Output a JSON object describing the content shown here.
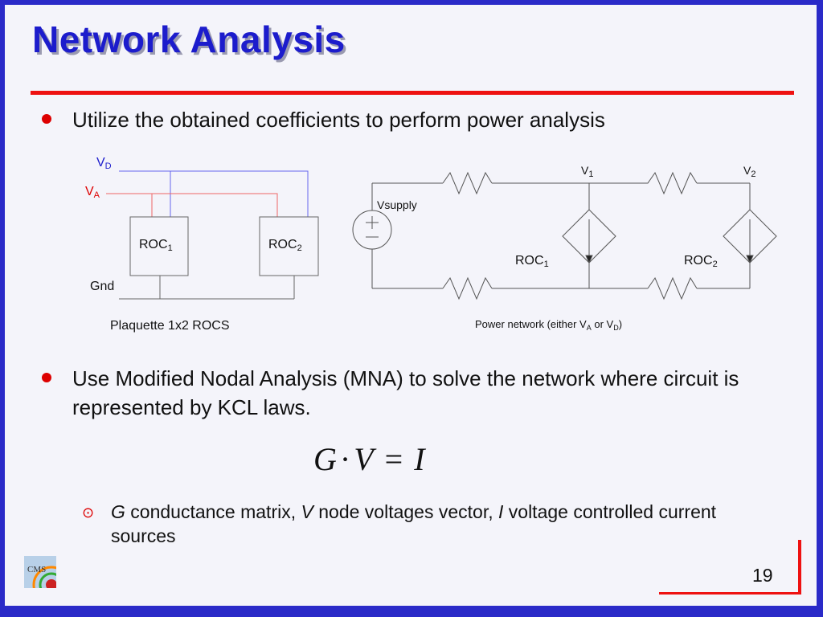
{
  "slide": {
    "title": "Network Analysis",
    "page_number": "19"
  },
  "bullets": [
    {
      "text": "Utilize the obtained coefficients to perform power analysis"
    },
    {
      "text": "Use Modified Nodal Analysis (MNA) to solve the network where circuit is represented by KCL laws."
    }
  ],
  "equation": {
    "g": "G",
    "dot": "·",
    "v": "V",
    "eq": "=",
    "i": "I"
  },
  "sub_bullet": {
    "marker": "⊙",
    "g": "G",
    "g_desc": " conductance matrix, ",
    "v": "V",
    "v_desc": " node voltages vector, ",
    "i": "I",
    "i_desc": " voltage controlled current sources"
  },
  "plaquette_diagram": {
    "vd_main": "V",
    "vd_sub": "D",
    "va_main": "V",
    "va_sub": "A",
    "gnd": "Gnd",
    "roc1_main": "ROC",
    "roc1_sub": "1",
    "roc2_main": "ROC",
    "roc2_sub": "2",
    "caption": "Plaquette 1x2 ROCS",
    "colors": {
      "vd_line": "#6666ee",
      "va_line": "#ee6666",
      "vd_label": "#1c1ccc",
      "va_label": "#dd0000"
    }
  },
  "power_network": {
    "vsupply": "Vsupply",
    "v1_main": "V",
    "v1_sub": "1",
    "v2_main": "V",
    "v2_sub": "2",
    "roc1_main": "ROC",
    "roc1_sub": "1",
    "roc2_main": "ROC",
    "roc2_sub": "2",
    "caption_prefix": "Power network (either V",
    "caption_a": "A",
    "caption_mid": " or V",
    "caption_d": "D",
    "caption_suffix": ")"
  },
  "logo": {
    "icon": "cms-logo",
    "text": "CMS"
  },
  "colors": {
    "background": "#2a2ac8",
    "title": "#1c1ccc",
    "accent": "#ee1111",
    "bullet": "#dd0000"
  }
}
